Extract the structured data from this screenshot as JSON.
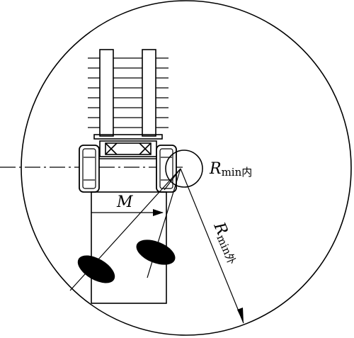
{
  "labels": {
    "r_min_inner_main": "R",
    "r_min_inner_sub": "min内",
    "r_min_outer_main": "R",
    "r_min_outer_sub": "min外",
    "m_label": "M"
  },
  "colors": {
    "stroke": "#000000",
    "background": "#ffffff"
  }
}
